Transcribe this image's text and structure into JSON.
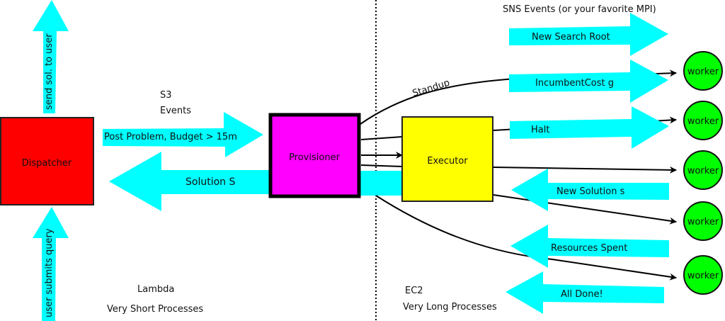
{
  "colors": {
    "arrow": "#00ffff",
    "dispatcher": "#ff0000",
    "provisioner": "#ff00ff",
    "executor": "#ffff00",
    "worker": "#00ff00",
    "line": "#000000"
  },
  "left_region": {
    "title": "Lambda",
    "subtitle": "Very Short Processes"
  },
  "right_region": {
    "title": "EC2",
    "subtitle": "Very Long Processes"
  },
  "s3_events_label": {
    "line1": "S3",
    "line2": "Events"
  },
  "sns_events_label": "SNS Events (or your favorite MPI)",
  "nodes": {
    "dispatcher": "Dispatcher",
    "provisioner": "Provisioner",
    "executor": "Executor",
    "workers": [
      "worker",
      "worker",
      "worker",
      "worker",
      "worker"
    ]
  },
  "arrows": {
    "send_solution": "send sol. to user",
    "user_submits": "user submits query",
    "post_problem": "Post Problem, Budget > 15m",
    "solution": "Solution S",
    "new_search_root": "New Search Root",
    "incumbent_cost": "IncumbentCost g",
    "halt": "Halt",
    "new_solution": "New Solution s",
    "resources_spent": "Resources Spent",
    "all_done": "All Done!"
  },
  "edge_labels": {
    "standup": "Standup"
  }
}
